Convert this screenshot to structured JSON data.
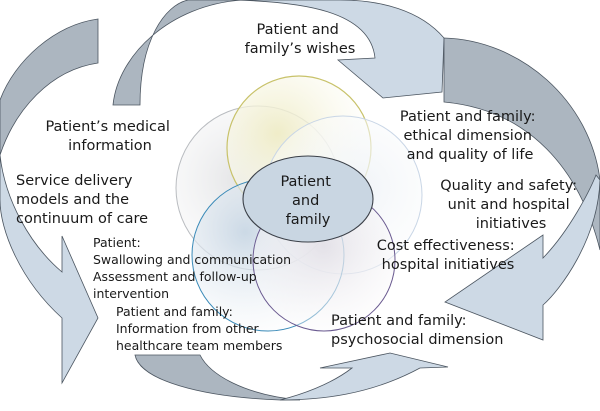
{
  "diagram": {
    "title": "Patient and family-centered care cycle",
    "center": {
      "label_lines": [
        "Patient",
        "and",
        "family"
      ]
    },
    "labels": {
      "wishes": [
        "Patient and",
        "family’s wishes"
      ],
      "medical_info": [
        "Patient’s medical",
        "information"
      ],
      "service_delivery": [
        "Service delivery",
        "models and the",
        "continuum of care"
      ],
      "swallowing": [
        "Patient:",
        "Swallowing and communication",
        "Assessment and follow-up",
        "intervention"
      ],
      "team_info": [
        "Patient and family:",
        "Information from other",
        "healthcare team members"
      ],
      "ethical": [
        "Patient and family:",
        "ethical dimension",
        "and quality of life"
      ],
      "quality_safety": [
        "Quality and safety:",
        "unit and hospital",
        "initiatives"
      ],
      "cost": [
        "Cost effectiveness:",
        "hospital initiatives"
      ],
      "psychosocial": [
        "Patient and family:",
        "psychosocial dimension"
      ]
    },
    "colors": {
      "arrow_dark": "#acb6c0",
      "arrow_light": "#cdd9e5",
      "center_fill": "#c9d6e2",
      "circle_yellow": "#c8c26a",
      "circle_gray": "#b9bcc0",
      "circle_lightblue": "#c9d6e6",
      "circle_blue": "#3a8ab8",
      "circle_purple": "#6a5a90"
    }
  }
}
